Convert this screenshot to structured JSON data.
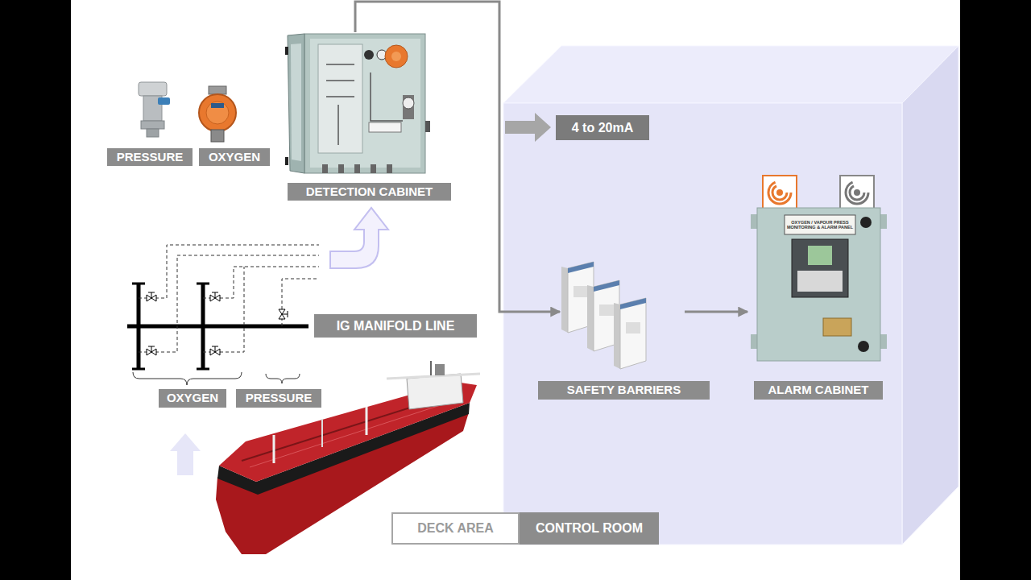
{
  "diagram": {
    "nodes": [
      {
        "text": [
          "PRESSURE"
        ]
      },
      {
        "text": [
          "OXYGEN"
        ]
      },
      {
        "text": [
          "DETECTION CABINET"
        ]
      },
      {
        "text": [
          "CONTROL ROOM"
        ]
      },
      {
        "text": [
          "SAFETY BARRIERS"
        ],
        "in": 3
      },
      {
        "text": [
          "ALARM CABINET"
        ],
        "in": 3
      }
    ],
    "edges": [
      {
        "from": 2,
        "to": 4,
        "arrow": "to"
      },
      {
        "from": 4,
        "to": 5,
        "arrow": "to"
      }
    ],
    "labels": [
      "4 to 20mA",
      "IG MANIFOLD LINE",
      "OXYGEN",
      "PRESSURE",
      "DECK AREA",
      "OXYGEN / VAPOUR PRESS MONITORING & ALARM PANEL"
    ]
  }
}
